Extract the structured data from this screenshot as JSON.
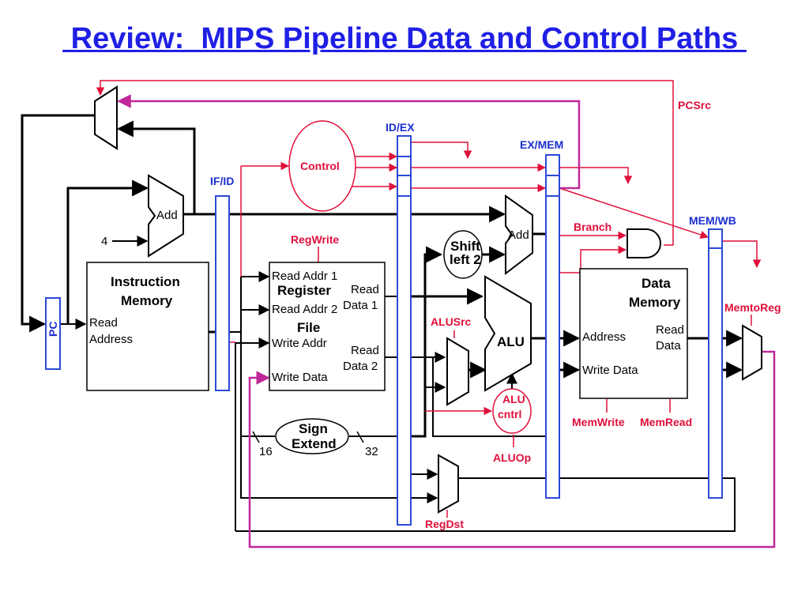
{
  "title": " Review:  MIPS Pipeline Data and Control Paths ",
  "colors": {
    "title": "#1f1fe6",
    "pipeline_register": "#2b4ad6",
    "control": "#e0103a",
    "writeback": "#c0289a",
    "datapath": "#000000"
  },
  "pipeline_registers": {
    "if_id": "IF/ID",
    "id_ex": "ID/EX",
    "ex_mem": "EX/MEM",
    "mem_wb": "MEM/WB"
  },
  "pc": "PC",
  "adder_if": {
    "label": "Add",
    "constant": "4"
  },
  "instruction_memory": {
    "title_line1": "Instruction",
    "title_line2": "Memory",
    "port_line1": "Read",
    "port_line2": "Address"
  },
  "control_unit": "Control",
  "register_file": {
    "title_line1": "Register",
    "title_line2": "File",
    "read_addr1": "Read Addr 1",
    "read_addr2": "Read Addr 2",
    "write_addr": "Write Addr",
    "write_data": "Write Data",
    "read_data1_line1": "Read",
    "read_data1_line2": "Data 1",
    "read_data2_line1": "Read",
    "read_data2_line2": "Data 2"
  },
  "sign_extend": {
    "line1": "Sign",
    "line2": "Extend",
    "in_width": "16",
    "out_width": "32"
  },
  "shift_left": {
    "line1": "Shift",
    "line2": "left 2"
  },
  "adder_ex": "Add",
  "alu": "ALU",
  "alu_control": {
    "line1": "ALU",
    "line2": "cntrl"
  },
  "data_memory": {
    "title_line1": "Data",
    "title_line2": "Memory",
    "address": "Address",
    "write_data": "Write Data",
    "read_data_line1": "Read",
    "read_data_line2": "Data"
  },
  "control_signals": {
    "pcsrc": "PCSrc",
    "regwrite": "RegWrite",
    "branch": "Branch",
    "alusrc": "ALUSrc",
    "aluop": "ALUOp",
    "regdst": "RegDst",
    "memwrite": "MemWrite",
    "memread": "MemRead",
    "memtoreg": "MemtoReg"
  }
}
